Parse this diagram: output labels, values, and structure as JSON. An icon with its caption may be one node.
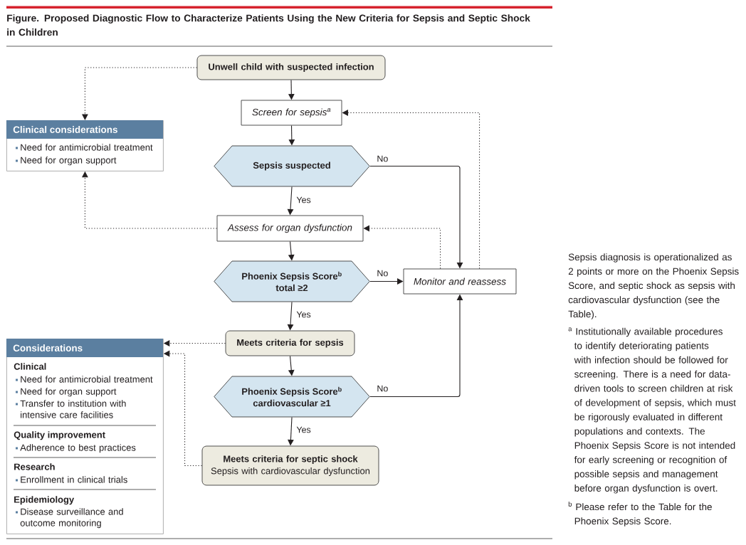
{
  "diagram": {
    "title": "Figure. Proposed Diagnostic Flow to Characterize Patients Using the New Criteria for Sepsis and Septic Shock in Children",
    "nodes": [
      {
        "text": [
          "Unwell child with suspected infection"
        ]
      },
      {
        "text": [
          "Screen for sepsis$^{a}$"
        ]
      },
      {
        "text": [
          "Clinical considerations",
          "Need for antimicrobial treatment",
          "Need for organ support"
        ]
      },
      {
        "text": [
          "Sepsis suspected"
        ]
      },
      {
        "text": [
          "Assess for organ dysfunction"
        ]
      },
      {
        "text": [
          "Phoenix Sepsis Score$^{b}$ total ≥2"
        ]
      },
      {
        "text": [
          "Monitor and reassess"
        ]
      },
      {
        "text": [
          "Meets criteria for sepsis"
        ]
      },
      {
        "text": [
          "Considerations",
          "Clinical",
          "Need for antimicrobial treatment",
          "Need for organ support",
          "Transfer to institution with intensive care facilities",
          "Quality improvement",
          "Adherence to best practices",
          "Research",
          "Enrollment in clinical trials",
          "Epidemiology",
          "Disease surveillance and outcome monitoring"
        ]
      },
      {
        "text": [
          "Phoenix Sepsis Score$^{b}$ cardiovascular ≥1"
        ]
      },
      {
        "text": [
          "Meets criteria for septic shock",
          "Sepsis with cardiovascular dysfunction"
        ]
      }
    ],
    "edges": [
      {
        "from": 0,
        "to": 1,
        "arrow": "to"
      },
      {
        "from": 1,
        "to": 3,
        "arrow": "to"
      },
      {
        "from": 3,
        "to": 4,
        "arrow": "to",
        "label": "Yes"
      },
      {
        "from": 3,
        "to": 6,
        "arrow": "to",
        "label": "No"
      },
      {
        "from": 4,
        "to": 5,
        "arrow": "to"
      },
      {
        "from": 5,
        "to": 6,
        "arrow": "to",
        "label": "No"
      },
      {
        "from": 5,
        "to": 7,
        "arrow": "to",
        "label": "Yes"
      },
      {
        "from": 7,
        "to": 9,
        "arrow": "to"
      },
      {
        "from": 9,
        "to": 10,
        "arrow": "to",
        "label": "Yes"
      },
      {
        "from": 9,
        "to": 6,
        "arrow": "to",
        "label": "No"
      },
      {
        "from": 6,
        "to": 1,
        "arrow": "to",
        "style": "dashed"
      },
      {
        "from": 6,
        "to": 4,
        "arrow": "to",
        "style": "dashed"
      },
      {
        "from": 0,
        "to": 2,
        "arrow": "to",
        "style": "dashed"
      },
      {
        "from": 4,
        "to": 2,
        "arrow": "to",
        "style": "dashed"
      },
      {
        "from": 7,
        "to": 8,
        "arrow": "to",
        "style": "dashed"
      },
      {
        "from": 10,
        "to": 8,
        "arrow": "to",
        "style": "dashed"
      }
    ],
    "labels": [
      "Sepsis diagnosis is operationalized as 2 points or more on the Phoenix Sepsis Score, and septic shock as sepsis with cardiovascular dysfunction (see the Table).",
      "$^{a}$ Institutionally available procedures to identify deteriorating patients with infection should be followed for screening. There is a need for data-driven tools to screen children at risk of development of sepsis, which must be rigorously evaluated in different populations and contexts. The Phoenix Sepsis Score is not intended for early screening or recognition of possible sepsis and management before organ dysfunction is overt.",
      "$^{b}$ Please refer to the Table for the Phoenix Sepsis Score."
    ]
  }
}
